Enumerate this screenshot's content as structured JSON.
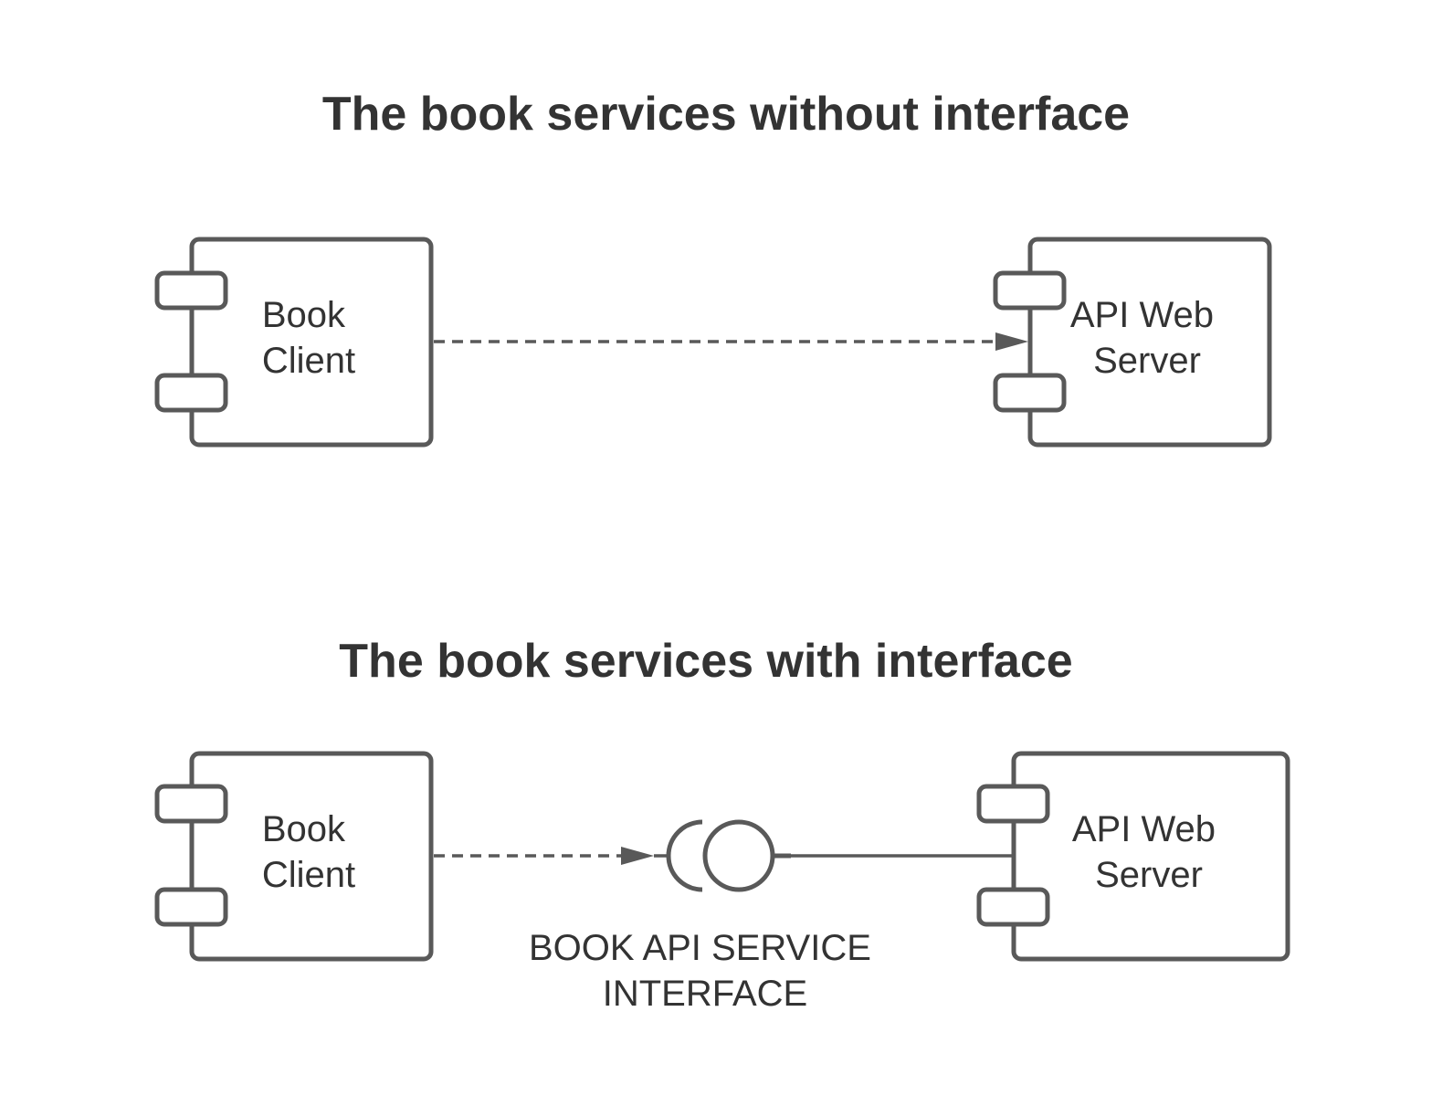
{
  "colors": {
    "stroke": "#595959",
    "text": "#333333",
    "background": "#ffffff"
  },
  "top_section": {
    "title": "The book services without interface",
    "client": {
      "line1": "Book",
      "line2": "Client"
    },
    "server": {
      "line1": "API Web",
      "line2": "Server"
    },
    "connection": "dashed-arrow"
  },
  "bottom_section": {
    "title": "The book services with interface",
    "client": {
      "line1": "Book",
      "line2": "Client"
    },
    "server": {
      "line1": "API Web",
      "line2": "Server"
    },
    "interface": {
      "line1": "BOOK API SERVICE",
      "line2": "INTERFACE"
    },
    "connections": [
      "dashed-arrow",
      "solid-line"
    ]
  }
}
